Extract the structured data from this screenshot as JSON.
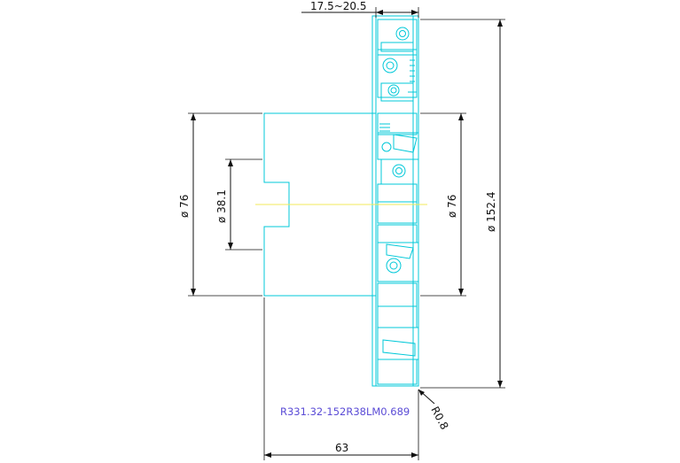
{
  "dimensions": {
    "top_width": "17.5~20.5",
    "left_outer_diameter": "ø 76",
    "left_inner_diameter": "ø 38.1",
    "right_inner_diameter": "ø 76",
    "right_outer_diameter": "ø 152.4",
    "radius": "R0.8",
    "bottom_width": "63"
  },
  "part_number": "R331.32-152R38LM0.689",
  "colors": {
    "outline": "#00c8d8",
    "centerline": "#f2ea59",
    "dimension": "#111111",
    "part_number": "#5b4cd6"
  }
}
